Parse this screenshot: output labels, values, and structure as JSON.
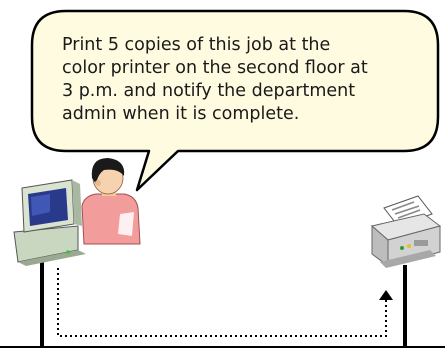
{
  "speech_bubble": {
    "lines": [
      "Print 5 copies of this job at the",
      "color printer on the second floor at",
      "3 p.m. and notify the department",
      "admin when it is complete."
    ]
  },
  "icons": {
    "user": "person-icon",
    "computer": "desktop-computer-icon",
    "printer": "printer-icon",
    "arrow": "arrow-up-icon"
  },
  "colors": {
    "bubble_fill": "#fffbe0",
    "outline": "#000000",
    "person_shirt": "#f08080",
    "monitor_body": "#c8d8b8",
    "screen": "#2a3a8a",
    "printer_body": "#d8d8d8"
  }
}
